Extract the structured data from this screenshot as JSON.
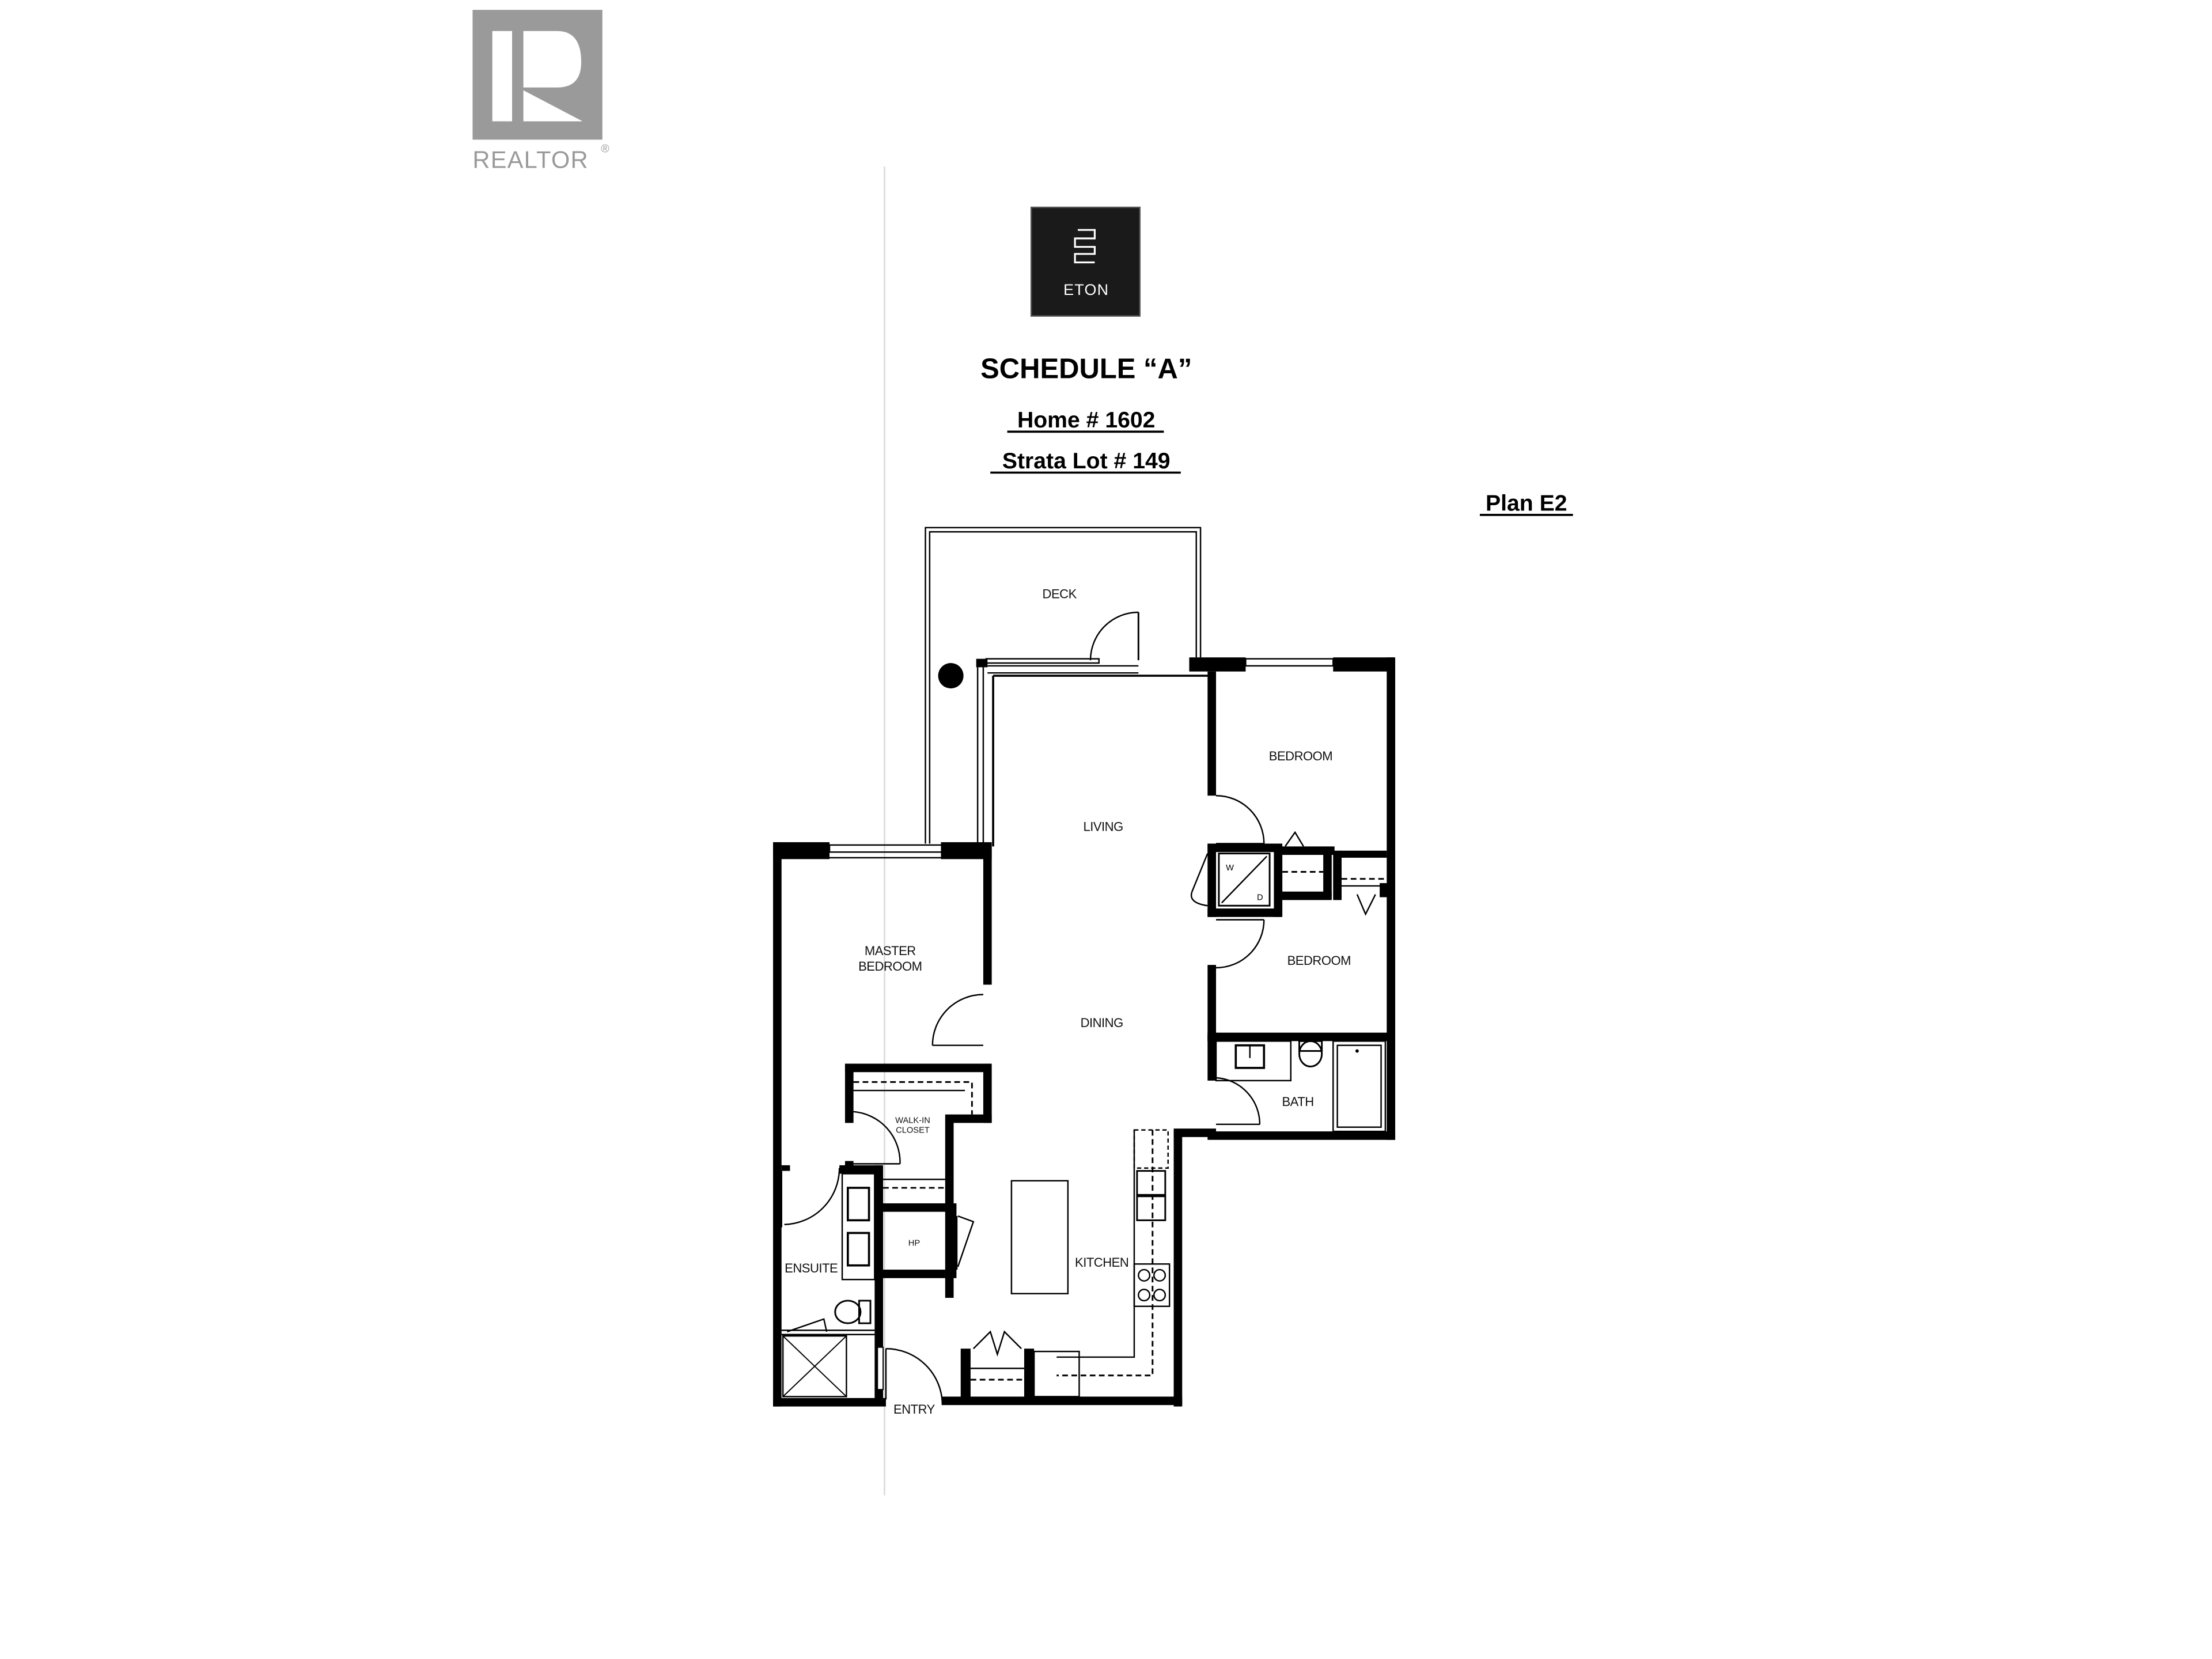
{
  "realtor_logo": {
    "letter": "R",
    "wordmark": "REALTOR",
    "registered_mark": "®",
    "color": "#9a9a9a"
  },
  "builder_logo": {
    "name": "ETON",
    "background": "#1a1a1a",
    "foreground": "#ffffff",
    "icon": "eton-monogram-icon"
  },
  "document": {
    "title": "SCHEDULE “A”",
    "home_number": "Home # 1602",
    "strata_lot": "Strata Lot # 149",
    "plan": "Plan E2"
  },
  "floor_plan": {
    "rooms": {
      "deck": "DECK",
      "living": "LIVING",
      "dining": "DINING",
      "kitchen": "KITCHEN",
      "bedroom_1": "BEDROOM",
      "bedroom_2": "BEDROOM",
      "master_bedroom_line1": "MASTER",
      "master_bedroom_line2": "BEDROOM",
      "walkin_closet_line1": "WALK-IN",
      "walkin_closet_line2": "CLOSET",
      "ensuite": "ENSUITE",
      "bath": "BATH",
      "hp": "HP",
      "entry": "ENTRY"
    },
    "appliance_labels": {
      "washer": "W",
      "dryer": "D"
    },
    "wall_color": "#000000"
  }
}
